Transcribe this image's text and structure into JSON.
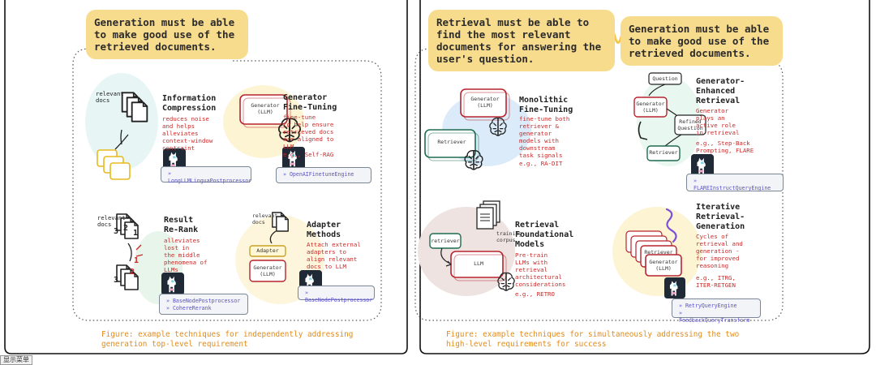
{
  "left_panel": {
    "note": "Generation must be able\nto make good use of the\nretrieved documents.",
    "caption": "Figure: example techniques for independently addressing\ngeneration top-level requirement",
    "info_compression": {
      "title": "Information\nCompression",
      "desc": "reduces noise\nand helps\nalleviates\ncontext-window\ncontraint",
      "code": "» LongLLMLinguaPostprocessor",
      "label": "relevant\ndocs"
    },
    "generator_ft": {
      "title": "Generator\nFine-Tuning",
      "desc": "fine-tune\nto help ensure\nretrieved docs\nare aligned to\nLLM",
      "example": "e.g., Self-RAG",
      "code": "» OpenAIFinetuneEngine",
      "box": "Generator\n(LLM)"
    },
    "result_rerank": {
      "title": "Result\nRe-Rank",
      "desc": "alleviates\nlost in\nthe middle\nphenomena of\nLLMs",
      "code": "» BaseNodePostprocessor\n    » CohereRerank",
      "label": "relevant\ndocs",
      "n1": "3",
      "n2": "2",
      "n3": "1",
      "n4": "2",
      "n5": "3",
      "n6": "1"
    },
    "adapter": {
      "title": "Adapter\nMethods",
      "desc": "Attach external\nadapters to\nalign relevant\ndocs to LLM",
      "code": "» BaseNodePostprocessor",
      "label": "relevant\ndocs",
      "adapter_box": "Adapter",
      "gen_box": "Generator\n(LLM)"
    }
  },
  "right_panel": {
    "note_left": "Retrieval must be able to\nfind the most relevant\ndocuments for answering the\nuser's question.",
    "note_right": "Generation must be able\nto make good use of the\nretrieved documents.",
    "caption": "Figure: example techniques for simultaneously addressing the two\nhigh-level requirements for success",
    "monolithic": {
      "title": "Monolithic\nFine-Tuning",
      "desc": "fine-tune both\nretriever &\ngenerator\nmodels with\ndownstream\ntask signals",
      "example": "e.g., RA-DIT",
      "gen_box": "Generator\n(LLM)",
      "ret_box": "Retriever"
    },
    "gen_enhanced": {
      "title": "Generator-\nEnhanced\nRetrieval",
      "desc": "Generator\nplays an\nactive role\nin retrieval",
      "example": "e.g., Step-Back\nPrompting, FLARE",
      "code": "» FLAREInstructQueryEngine",
      "q_box": "Question",
      "gen_box": "Generator\n(LLM)",
      "ref_box": "Refined\nQuestion",
      "ret_box": "Retriever"
    },
    "foundational": {
      "title": "Retrieval\nFoundational\nModels",
      "desc": "Pre-train\nLLMs with\nretrieval\narchitectural\nconsiderations",
      "example": "e.g., RETRO",
      "corpus": "training\ncorpus",
      "ret_box": "retriever",
      "llm_box": "LLM"
    },
    "iterative": {
      "title": "Iterative\nRetrieval-\nGeneration",
      "desc": "Cycles of\nretrieval and\ngeneration -\nfor improved\nreasoning",
      "example": "e.g., ITRG,\nITER-RETGEN",
      "code": "» RetryQueryEngine\n» FeedbackQueryTransform",
      "ret_box": "Retriever",
      "gen_box": "Generator\n(LLM)"
    }
  },
  "bottom_tab": "显示菜单",
  "colors": {
    "note_yellow": "#f8dc8d",
    "desc_red": "#c92a2a",
    "caption_orange": "#e08c1e",
    "code_purple": "#5a50d6",
    "box_red": "#b8242f",
    "box_green": "#1f6b52",
    "box_gold": "#c9a227"
  },
  "icons": [
    "llama-icon",
    "brain-icon",
    "document-stack-icon",
    "document-icon"
  ]
}
